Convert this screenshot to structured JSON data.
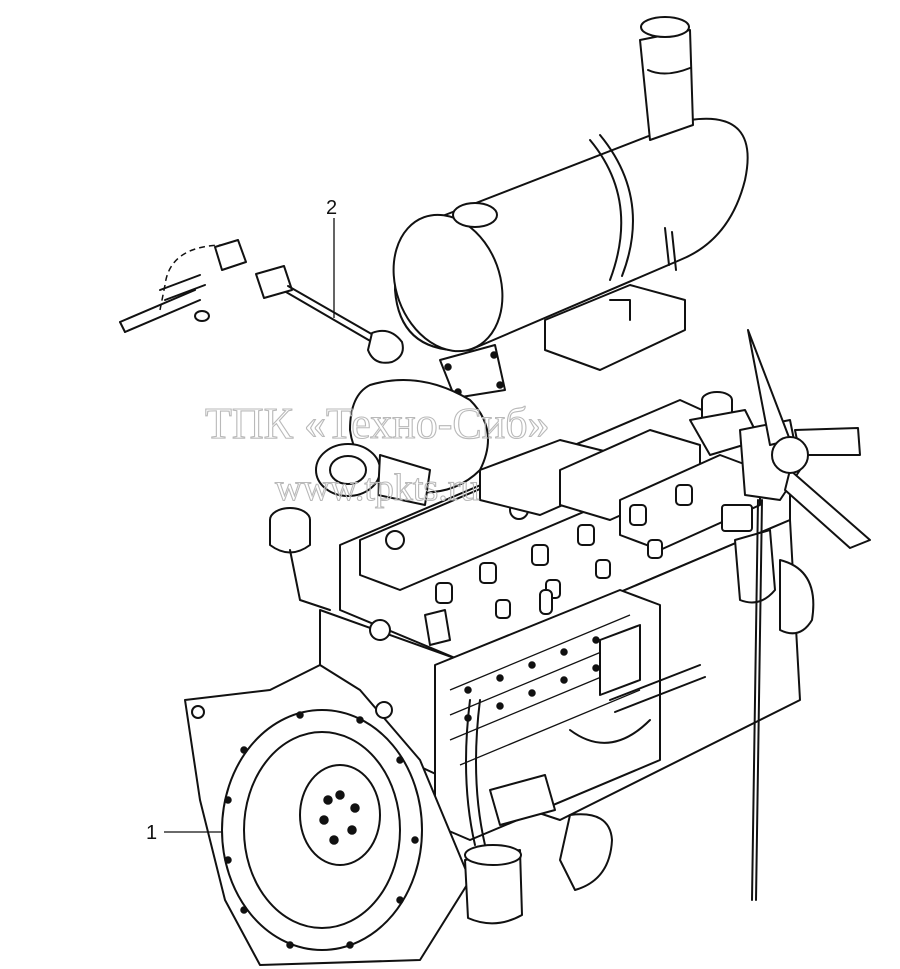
{
  "callouts": [
    {
      "number": "1",
      "part": "engine-assembly"
    },
    {
      "number": "2",
      "part": "sensor-with-harness"
    }
  ],
  "watermark": {
    "line1": "ТПК «Техно-Сиб»",
    "line2": "www.tpkts.ru"
  },
  "colors": {
    "ink": "#111111",
    "paper": "#ffffff",
    "watermark": "#b9b9b9"
  }
}
